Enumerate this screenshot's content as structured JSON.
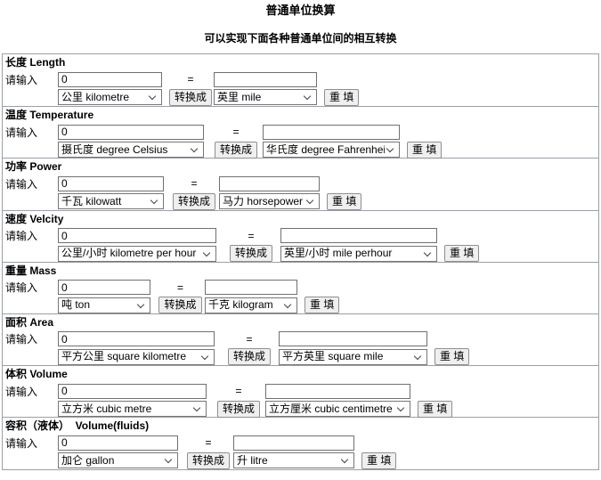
{
  "page": {
    "title": "普通单位换算",
    "subtitle": "可以实现下面各种普通单位间的相互转换"
  },
  "labels": {
    "input_prompt": "请输入",
    "equals": "=",
    "convert": "转换成",
    "reset": "重 填"
  },
  "sections": [
    {
      "heading": "长度 Length",
      "input_value": "0",
      "result_value": "",
      "from_unit": "公里 kilometre",
      "to_unit": "英里 mile"
    },
    {
      "heading": "温度 Temperature",
      "input_value": "0",
      "result_value": "",
      "from_unit": "摄氏度 degree Celsius",
      "to_unit": "华氏度 degree Fahrenheit"
    },
    {
      "heading": "功率 Power",
      "input_value": "0",
      "result_value": "",
      "from_unit": "千瓦 kilowatt",
      "to_unit": "马力 horsepower"
    },
    {
      "heading": "速度 Velcity",
      "input_value": "0",
      "result_value": "",
      "from_unit": "公里/小时 kilometre per hour",
      "to_unit": "英里/小时 mile perhour"
    },
    {
      "heading": "重量 Mass",
      "input_value": "0",
      "result_value": "",
      "from_unit": "吨 ton",
      "to_unit": "千克 kilogram"
    },
    {
      "heading": "面积 Area",
      "input_value": "0",
      "result_value": "",
      "from_unit": "平方公里 square kilometre",
      "to_unit": "平方英里 square mile"
    },
    {
      "heading": "体积 Volume",
      "input_value": "0",
      "result_value": "",
      "from_unit": "立方米 cubic metre",
      "to_unit": "立方厘米 cubic centimetre"
    },
    {
      "heading": "容积（液体）  Volume(fluids)",
      "input_value": "0",
      "result_value": "",
      "from_unit": "加仑 gallon",
      "to_unit": "升 litre"
    }
  ]
}
